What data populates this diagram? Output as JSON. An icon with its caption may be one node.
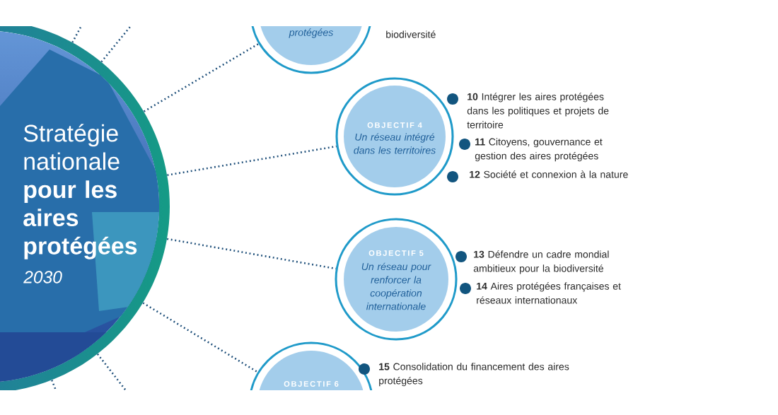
{
  "diagram": {
    "nodes": [
      {
        "text": [
          "Stratégie nationale **pour les aires protégées**",
          "2030"
        ]
      },
      {
        "text": [
          "protégées"
        ],
        "beside": [
          "biodiversité"
        ]
      },
      {
        "text": [
          "OBJECTIF 4",
          "Un réseau intégré dans les territoires"
        ],
        "beside": [
          "**10** Intégrer les aires protégées dans les politiques et projets de territoire",
          "**11** Citoyens, gouvernance et gestion des aires protégées",
          "**12** Société et connexion à la nature"
        ]
      },
      {
        "text": [
          "OBJECTIF 5",
          "Un réseau pour renforcer la coopération internationale"
        ],
        "beside": [
          "**13** Défendre un cadre mondial ambitieux pour la biodiversité",
          "**14** Aires protégées françaises et réseaux internationaux"
        ]
      },
      {
        "text": [
          "OBJECTIF 6"
        ],
        "beside": [
          "**15** Consolidation du financement des aires protégées"
        ]
      }
    ],
    "edges": [
      {
        "from": 0,
        "to": null,
        "arrow": "none"
      },
      {
        "from": 0,
        "to": null,
        "arrow": "none"
      },
      {
        "from": 0,
        "to": 1,
        "arrow": "none"
      },
      {
        "from": 0,
        "to": 2,
        "arrow": "none"
      },
      {
        "from": 0,
        "to": 3,
        "arrow": "none"
      },
      {
        "from": 0,
        "to": 4,
        "arrow": "none"
      },
      {
        "from": 0,
        "to": null,
        "arrow": "none"
      },
      {
        "from": 0,
        "to": null,
        "arrow": "none"
      }
    ]
  }
}
